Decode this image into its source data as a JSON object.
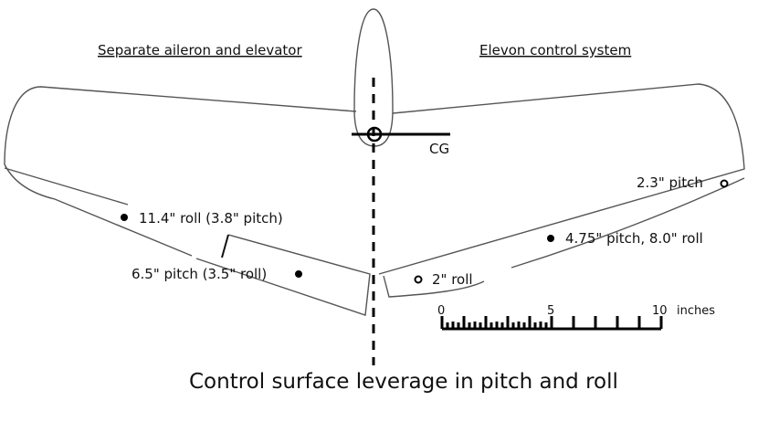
{
  "headers": {
    "left": "Separate aileron and elevator",
    "right": "Elevon control system"
  },
  "cg_label": "CG",
  "annotations": {
    "left_roll": "11.4\" roll (3.8\" pitch)",
    "left_pitch": "6.5\" pitch (3.5\" roll)",
    "right_tip_pitch": "2.3\" pitch",
    "right_mid": "4.75\" pitch, 8.0\" roll",
    "right_inner_roll": "2\" roll"
  },
  "scale": {
    "ticks": [
      "0",
      "5",
      "10"
    ],
    "unit": "inches"
  },
  "title": "Control surface leverage in pitch and roll"
}
